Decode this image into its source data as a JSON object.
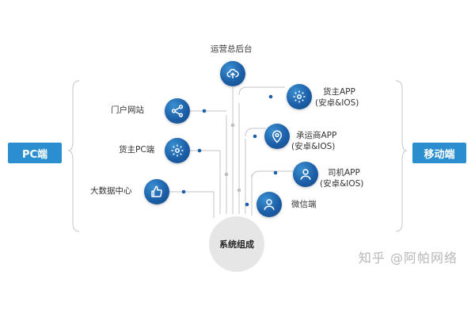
{
  "center": {
    "label": "系统组成"
  },
  "top": {
    "label": "运营总后台",
    "icon": "cloud-upload-icon"
  },
  "left_group": {
    "label": "PC端",
    "color": "#2b8fcf"
  },
  "right_group": {
    "label": "移动端",
    "color": "#2b8fcf"
  },
  "left_items": [
    {
      "label": "门户网站",
      "icon": "share-icon"
    },
    {
      "label": "货主PC端",
      "icon": "gear-icon"
    },
    {
      "label": "大数据中心",
      "icon": "thumbs-up-icon"
    }
  ],
  "right_items": [
    {
      "line1": "货主APP",
      "line2": "(安卓&IOS)",
      "icon": "gear-icon"
    },
    {
      "line1": "承运商APP",
      "line2": "(安卓&IOS)",
      "icon": "location-pin-icon"
    },
    {
      "line1": "司机APP",
      "line2": "(安卓&IOS)",
      "icon": "user-icon"
    },
    {
      "line1": "微信端",
      "line2": "",
      "icon": "user-icon"
    }
  ],
  "watermark": "知乎 @阿帕网络",
  "colors": {
    "node": "#1c5fa8",
    "line": "#c8c8c8",
    "dot": "#1c5fa8"
  }
}
